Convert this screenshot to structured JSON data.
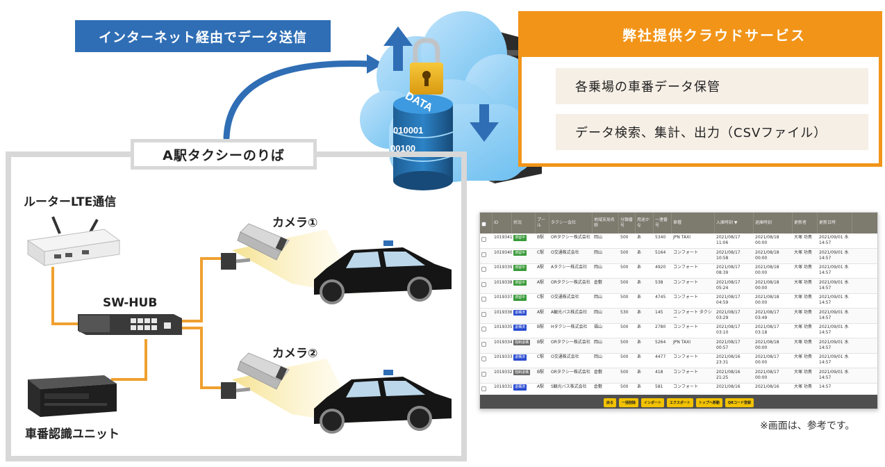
{
  "banner": {
    "internet": "インターネット経由でデータ送信"
  },
  "station": {
    "title": "A駅タクシーのりば"
  },
  "service": {
    "header": "弊社提供クラウドサービス",
    "items": [
      "各乗場の車番データ保管",
      "データ検索、集計、出力（CSVファイル）"
    ]
  },
  "cloud": {
    "db_label": "DATA",
    "bits_1": "010001",
    "bits_2": "00100"
  },
  "devices": {
    "router": "ルーターLTE通信",
    "hub": "SW-HUB",
    "recognizer": "車番認識ユニット",
    "camera1": "カメラ①",
    "camera2": "カメラ②"
  },
  "note": "※画面は、参考です。",
  "colors": {
    "blue": "#2f6eb5",
    "orange": "#f29418",
    "frame": "#d8d8d8",
    "wire": "#f0a030"
  },
  "table": {
    "headers": [
      "",
      "ID",
      "状況",
      "プール",
      "タクシー会社",
      "地域支局名称",
      "分類番号",
      "用途かな",
      "一連番号",
      "車種",
      "入庫時刻 ▼",
      "退庫時刻",
      "更新者",
      "更新日時"
    ],
    "rows": [
      [
        "1019341",
        "滞留中",
        "B駅",
        "ORタクシー株式会社",
        "岡山",
        "500",
        "あ",
        "5340",
        "JPN TAXI",
        "2021/08/17 11:06",
        "2021/08/18 00:00",
        "大塚 功貴",
        "2021/09/01 水 14:57",
        "green"
      ],
      [
        "1019340",
        "滞留中",
        "C駅",
        "O交通株式会社",
        "岡山",
        "500",
        "あ",
        "5164",
        "コンフォート",
        "2021/08/17 10:58",
        "2021/08/18 00:00",
        "大塚 功貴",
        "2021/09/01 水 14:57",
        "green"
      ],
      [
        "1019339",
        "滞留中",
        "A駅",
        "Aタクシー株式会社",
        "岡山",
        "500",
        "あ",
        "4920",
        "コンフォート",
        "2021/08/17 08:39",
        "2021/08/18 00:00",
        "大塚 功貴",
        "2021/09/01 水 14:57",
        "green"
      ],
      [
        "1019338",
        "滞留中",
        "A駅",
        "ORタクシー株式会社",
        "倉敷",
        "500",
        "あ",
        "538",
        "コンフォート",
        "2021/08/17 05:24",
        "2021/08/18 00:00",
        "大塚 功貴",
        "2021/09/01 水 14:57",
        "green"
      ],
      [
        "1019337",
        "滞留中",
        "C駅",
        "O交通株式会社",
        "岡山",
        "500",
        "あ",
        "4745",
        "コンフォート",
        "2021/08/17 04:59",
        "2021/08/18 00:00",
        "大塚 功貴",
        "2021/09/01 水 14:57",
        "green"
      ],
      [
        "1019336",
        "退構済",
        "A駅",
        "A観光バス株式会社",
        "岡山",
        "530",
        "あ",
        "145",
        "コンフォート タクシー",
        "2021/08/17 03:29",
        "2021/08/17 03:49",
        "大塚 功貴",
        "2021/09/01 水 14:57",
        "blue"
      ],
      [
        "1019335",
        "退構済",
        "B駅",
        "Hタクシー株式会社",
        "福山",
        "500",
        "あ",
        "2780",
        "コンフォート",
        "2021/08/17 03:10",
        "2021/08/17 03:18",
        "大塚 功貴",
        "2021/09/01 水 14:57",
        "blue"
      ],
      [
        "1019334",
        "強制退構",
        "B駅",
        "ORタクシー株式会社",
        "岡山",
        "500",
        "あ",
        "5264",
        "JPN TAXI",
        "2021/08/17 00:57",
        "2021/08/18 00:00",
        "大塚 功貴",
        "2021/09/01 水 14:57",
        "gray"
      ],
      [
        "1019333",
        "退構済",
        "C駅",
        "O交通株式会社",
        "岡山",
        "500",
        "あ",
        "4477",
        "コンフォート",
        "2021/08/16 23:31",
        "2021/08/17 00:00",
        "大塚 功貴",
        "2021/09/01 水 14:57",
        "blue"
      ],
      [
        "1019332",
        "強制退構",
        "B駅",
        "ORタクシー株式会社",
        "倉敷",
        "500",
        "あ",
        "418",
        "コンフォート",
        "2021/08/16 21:25",
        "2021/08/17 00:00",
        "大塚 功貴",
        "2021/09/01 水 14:57",
        "gray"
      ],
      [
        "1019331",
        "退構済",
        "A駅",
        "S観光バス株式会社",
        "倉敷",
        "500",
        "あ",
        "581",
        "コンフォート",
        "2021/08/16",
        "2021/08/16",
        "大塚 功貴",
        "14:57",
        "blue"
      ]
    ],
    "footer_buttons": [
      "戻る",
      "一括削除",
      "インポート",
      "エクスポート",
      "トップへ移動",
      "QRコード登録"
    ]
  }
}
